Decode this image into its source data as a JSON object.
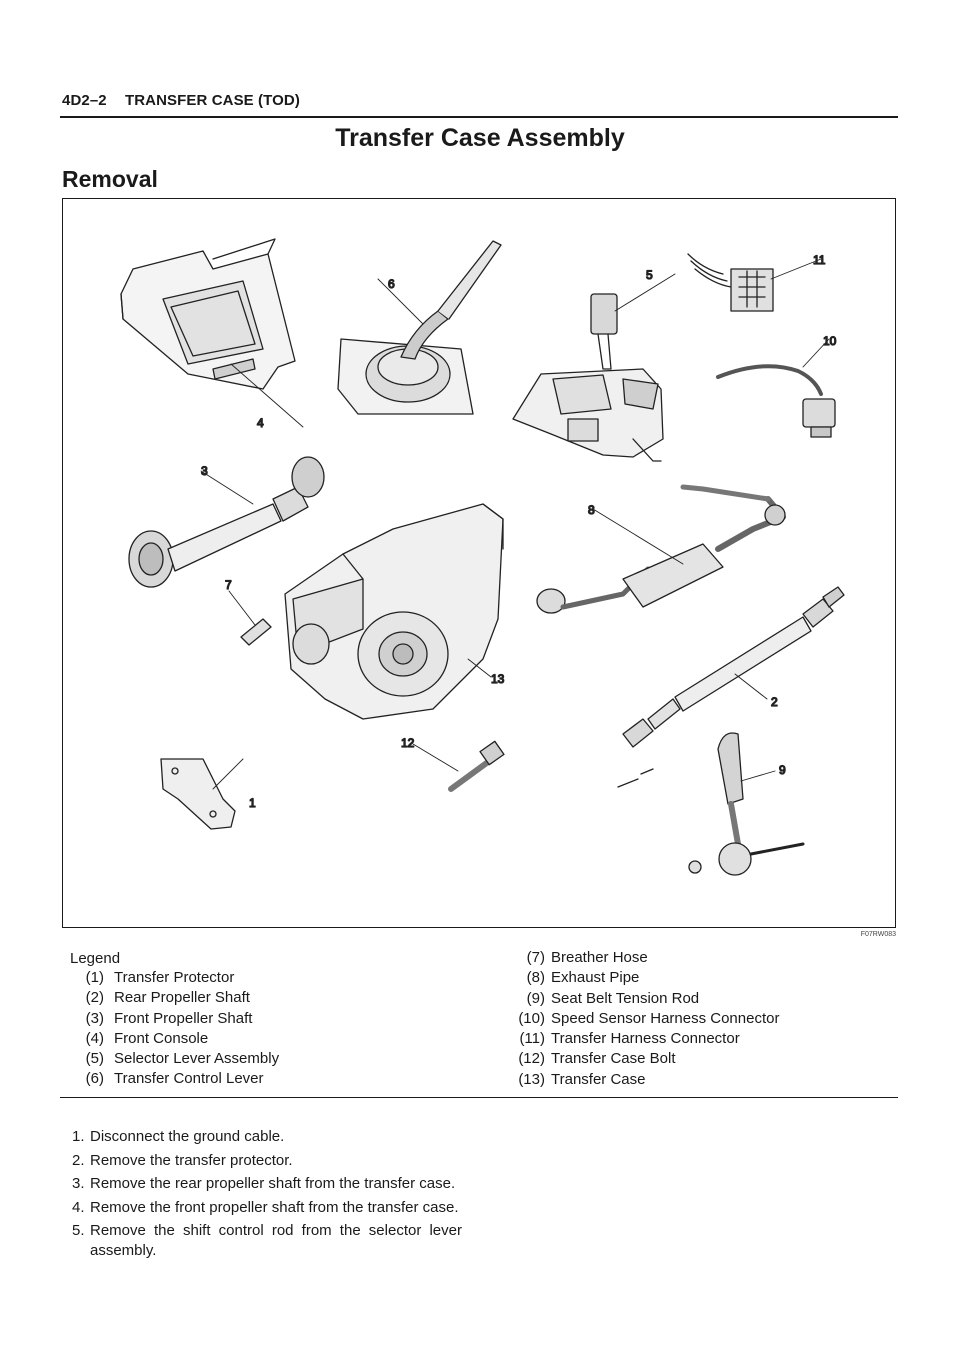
{
  "header": {
    "section": "4D2–2",
    "chapter": "TRANSFER CASE (TOD)"
  },
  "title": "Transfer Case Assembly",
  "subtitle": "Removal",
  "figure": {
    "code": "F07RW083",
    "callouts": [
      "1",
      "2",
      "3",
      "4",
      "5",
      "6",
      "7",
      "8",
      "9",
      "10",
      "11",
      "12",
      "13"
    ]
  },
  "legend": {
    "heading": "Legend",
    "items": [
      {
        "num": "(1)",
        "label": "Transfer Protector"
      },
      {
        "num": "(2)",
        "label": "Rear Propeller Shaft"
      },
      {
        "num": "(3)",
        "label": "Front Propeller Shaft"
      },
      {
        "num": "(4)",
        "label": "Front Console"
      },
      {
        "num": "(5)",
        "label": "Selector Lever Assembly"
      },
      {
        "num": "(6)",
        "label": "Transfer Control Lever"
      },
      {
        "num": "(7)",
        "label": "Breather Hose"
      },
      {
        "num": "(8)",
        "label": "Exhaust Pipe"
      },
      {
        "num": "(9)",
        "label": "Seat Belt Tension Rod"
      },
      {
        "num": "(10)",
        "label": "Speed Sensor Harness Connector"
      },
      {
        "num": "(11)",
        "label": "Transfer Harness Connector"
      },
      {
        "num": "(12)",
        "label": "Transfer Case Bolt"
      },
      {
        "num": "(13)",
        "label": "Transfer Case"
      }
    ]
  },
  "steps": [
    {
      "num": "1.",
      "text": "Disconnect the ground cable."
    },
    {
      "num": "2.",
      "text": "Remove the transfer protector."
    },
    {
      "num": "3.",
      "text": "Remove the rear propeller shaft from the transfer case."
    },
    {
      "num": "4.",
      "text": "Remove the front propeller shaft from the transfer case."
    },
    {
      "num": "5.",
      "text": "Remove the shift control rod from the selector lever assembly."
    }
  ]
}
